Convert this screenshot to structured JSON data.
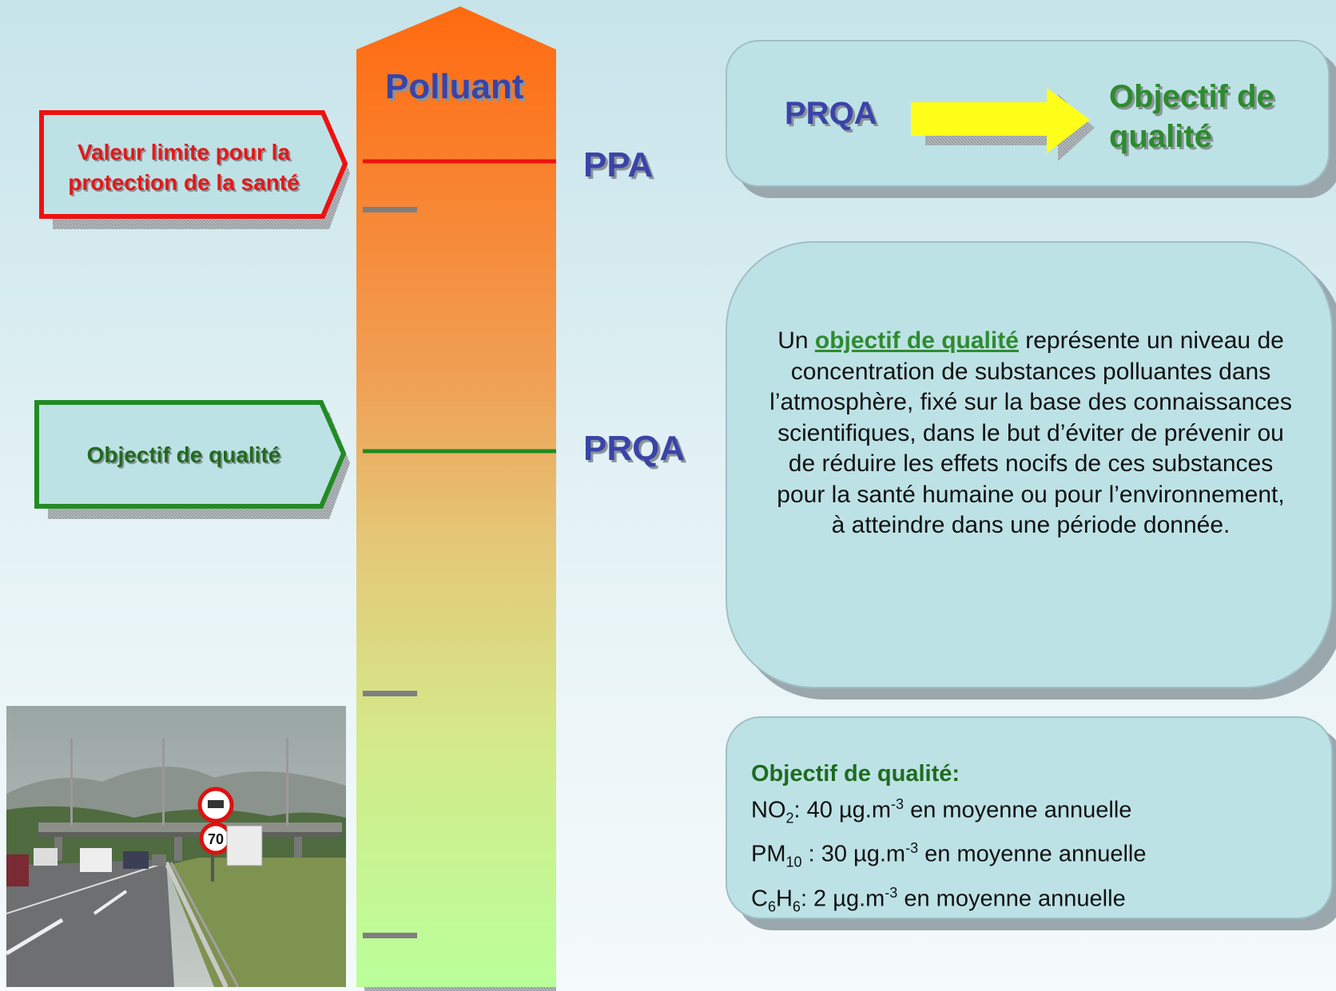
{
  "scale": {
    "title": "Polluant",
    "ppa_label": "PPA",
    "prqa_label": "PRQA",
    "colors": {
      "top": "#ff6a10",
      "bottom": "#c0ff98",
      "ppa_line": "#ee1111",
      "prqa_line": "#228b22"
    }
  },
  "left_tags": {
    "limit_line1": "Valeur limite pour la",
    "limit_line2": "protection de la santé",
    "quality": "Objectif de qualité"
  },
  "top_panel": {
    "from": "PRQA",
    "to_line1": "Objectif de",
    "to_line2": "qualité"
  },
  "definition": {
    "pre": "Un ",
    "highlight": "objectif de qualité",
    "post": " représente un niveau de concentration de substances polluantes dans l’atmosphère, fixé sur la base des connaissances scientifiques, dans le but d’éviter de prévenir ou de réduire les effets nocifs de ces substances pour la santé humaine ou pour l’environnement, à atteindre dans une période donnée."
  },
  "objectives": {
    "title": "Objectif de qualité:",
    "no2": {
      "base": "NO",
      "sub": "2",
      "sep": ":   40 µg.m",
      "sup": "-3",
      "tail": " en moyenne annuelle"
    },
    "pm10": {
      "base": "PM",
      "sub": "10",
      "sep": " : 30 µg.m",
      "sup": "-3",
      "tail": " en moyenne annuelle"
    },
    "c6h6": {
      "c": "C",
      "c_sub": "6",
      "h": "H",
      "h_sub": "6",
      "sep": ":  2 µg.m",
      "sup": "-3",
      "tail": " en moyenne annuelle"
    }
  },
  "photo": {
    "sign_speed": "70"
  }
}
